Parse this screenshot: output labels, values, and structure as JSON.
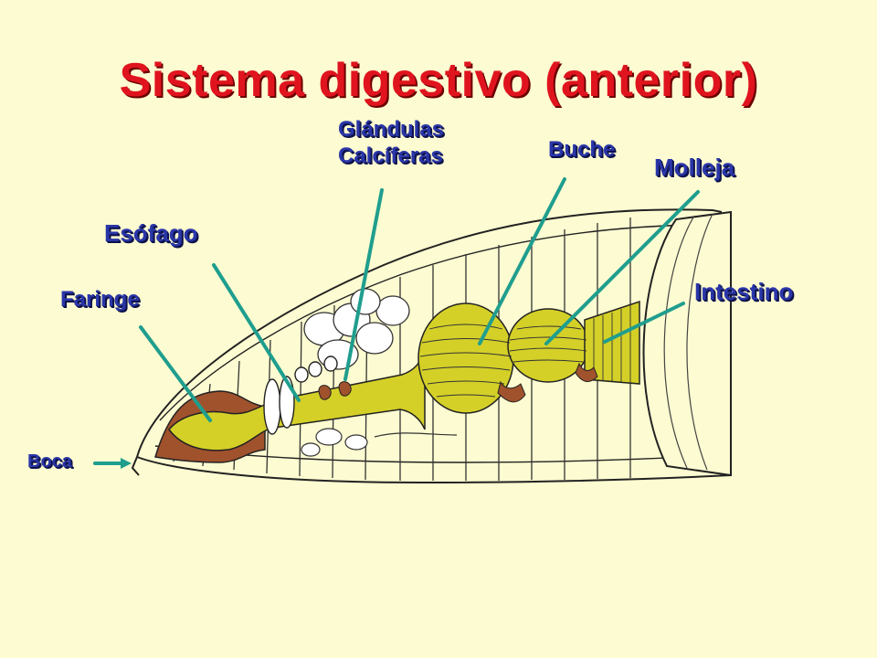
{
  "slide": {
    "title": "Sistema digestivo (anterior)"
  },
  "labels": {
    "glandulas_line1": "Glándulas",
    "glandulas_line2": "Calcíferas",
    "buche": "Buche",
    "molleja": "Molleja",
    "esofago": "Esófago",
    "faringe": "Faringe",
    "intestino": "Intestino",
    "boca": "Boca"
  },
  "colors": {
    "background": "#fdfbd1",
    "title": "#e0141e",
    "label": "#2a36a8",
    "pointer": "#1f9e8e",
    "gut": "#d4d028",
    "wall": "#a0522d"
  }
}
